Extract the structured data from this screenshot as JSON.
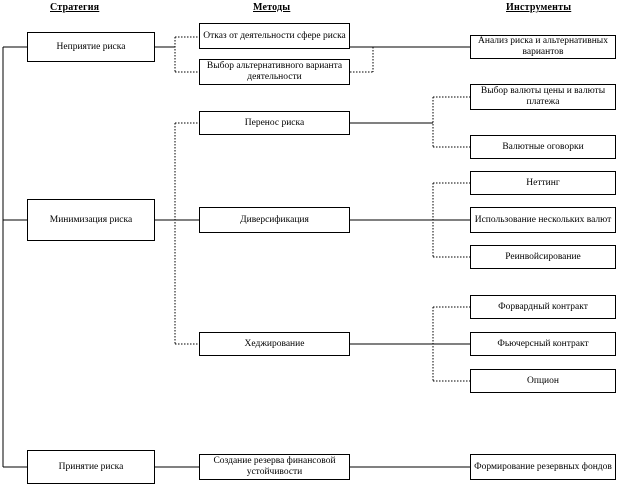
{
  "headers": {
    "strategies": "Стратегия",
    "methods": "Методы",
    "instruments": "Инструменты"
  },
  "strategies": {
    "avoid": "Неприятие риска",
    "minimize": "Минимизация риска",
    "accept": "Принятие риска"
  },
  "methods": {
    "refuse": "Отказ от деятельности сфере риска",
    "alternative": "Выбор альтернативного варианта деятельности",
    "transfer": "Перенос риска",
    "diversify": "Диверсификация",
    "hedge": "Хеджирование",
    "reserve": "Создание резерва финансовой устойчивости"
  },
  "instruments": {
    "analysis": "Анализ риска и альтернативных вариантов",
    "currency_choice": "Выбор валюты цены и валюты платежа",
    "currency_clauses": "Валютные оговорки",
    "netting": "Неттинг",
    "multi_currency": "Использование нескольких валют",
    "reinvoicing": "Реинвойсирование",
    "forward": "Форвардный контракт",
    "futures": "Фьючерсный контракт",
    "option": "Опцион",
    "reserve_funds": "Формирование резервных фондов"
  }
}
